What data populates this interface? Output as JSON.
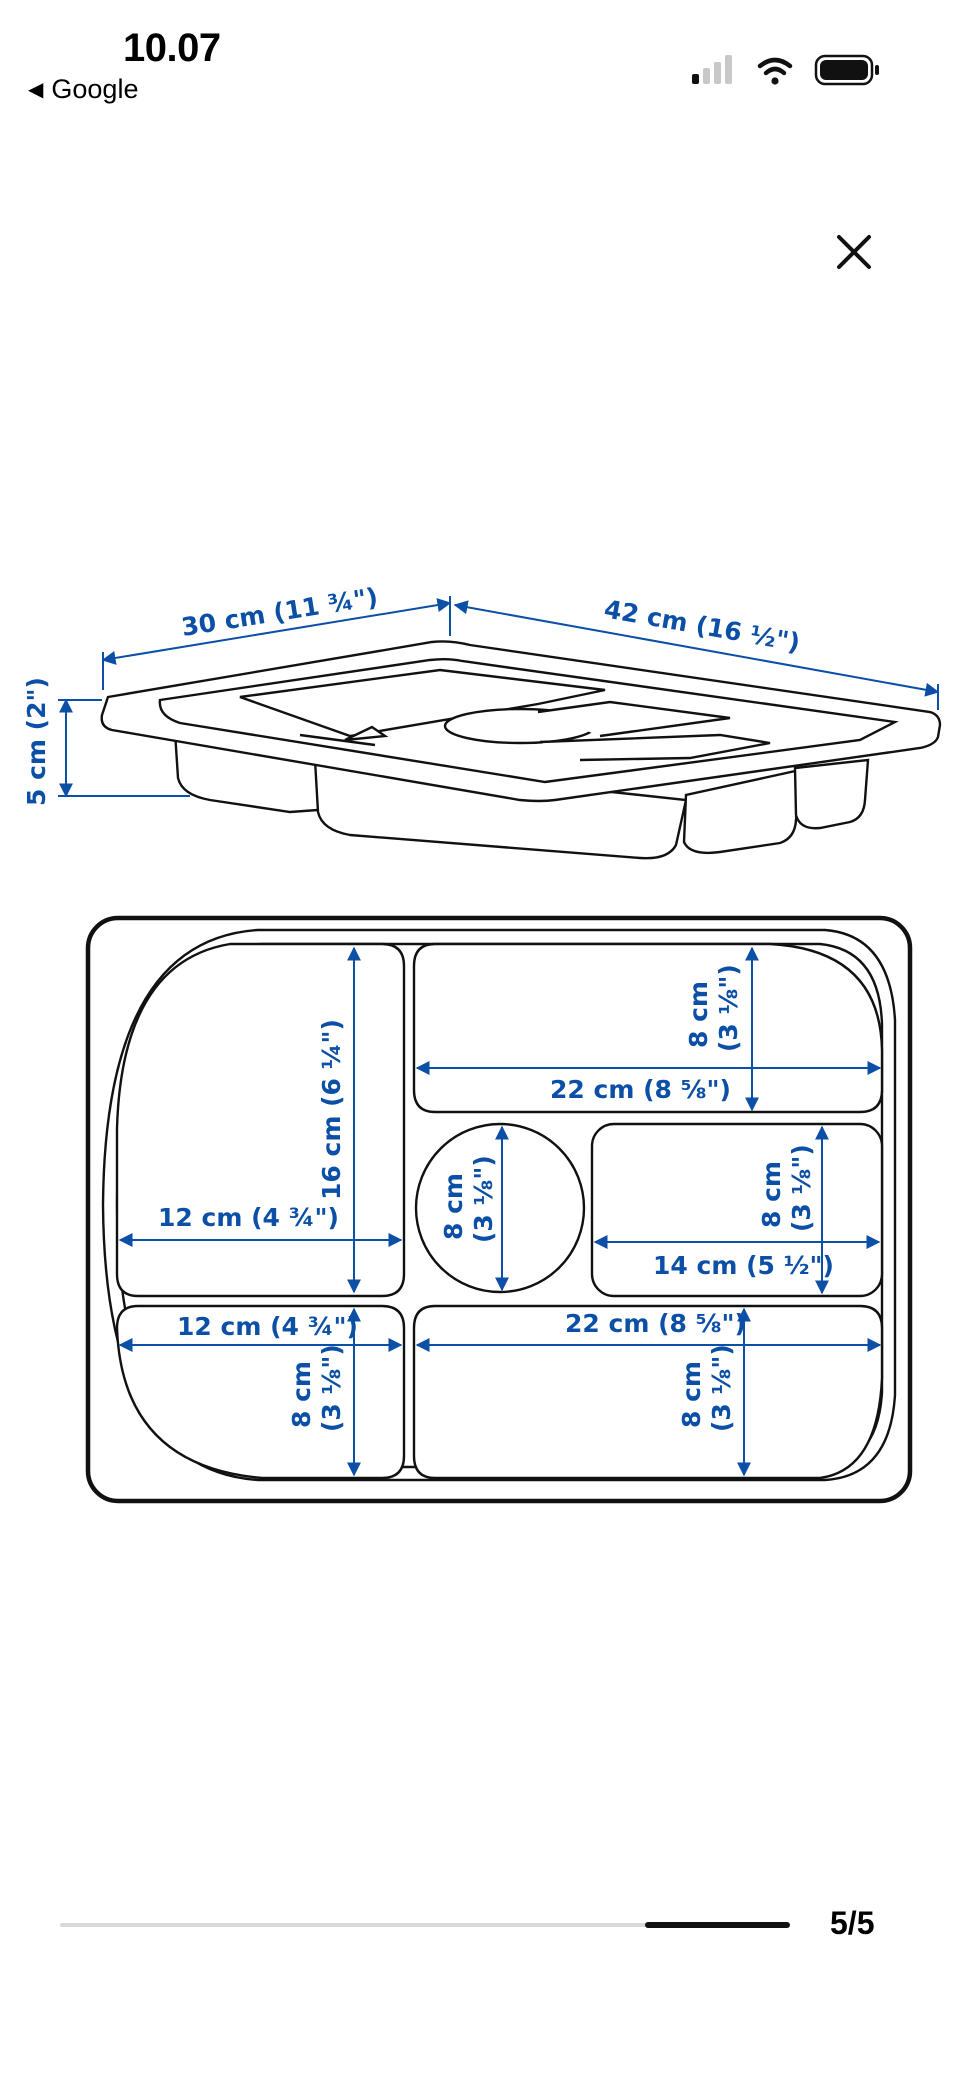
{
  "status_bar": {
    "time": "10.07",
    "back_label": "Google"
  },
  "icons": {
    "close": "close-icon",
    "back": "back-arrow-icon",
    "signal": "cellular-signal-icon",
    "wifi": "wifi-icon",
    "battery": "battery-icon"
  },
  "dimensions": {
    "width": "30 cm (11 ¾\")",
    "length": "42 cm (16 ½\")",
    "height": "5 cm (2\")",
    "left_top_length": "16 cm (6 ¼\")",
    "left_top_width": "12 cm (4 ¾\")",
    "right_top_depth_cm": "8 cm",
    "right_top_depth_in": "(3 ⅛\")",
    "right_top_width": "22 cm (8 ⅝\")",
    "circle_cm": "8 cm",
    "circle_in": "(3 ⅛\")",
    "mid_right_depth_cm": "8 cm",
    "mid_right_depth_in": "(3 ⅛\")",
    "mid_right_width": "14 cm (5 ½\")",
    "bottom_left_width": "12 cm (4 ¾\")",
    "bottom_left_depth_cm": "8 cm",
    "bottom_left_depth_in": "(3 ⅛\")",
    "bottom_right_width": "22 cm (8 ⅝\")",
    "bottom_right_depth_cm": "8 cm",
    "bottom_right_depth_in": "(3 ⅛\")"
  },
  "pager": {
    "counter": "5/5",
    "progress": 1.0
  }
}
